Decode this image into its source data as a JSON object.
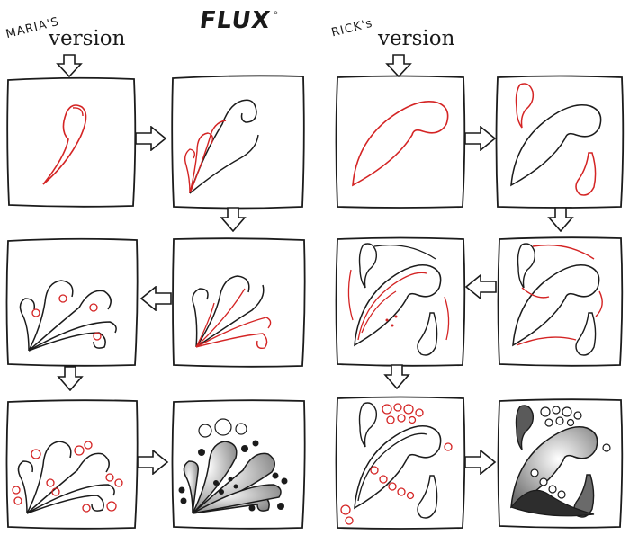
{
  "header": {
    "left_name": "MARIA'S",
    "left_version": "version",
    "title": "FLUX",
    "right_name": "RICK's",
    "right_version": "version"
  },
  "tiles": [
    {
      "name": "maria-step-1",
      "description": "red comma-shaped seed stroke"
    },
    {
      "name": "maria-step-2",
      "description": "three red petals added"
    },
    {
      "name": "maria-step-3",
      "description": "petals outlined, red inner lines"
    },
    {
      "name": "maria-step-4",
      "description": "red circles at petal bases"
    },
    {
      "name": "maria-step-5",
      "description": "red bead circles between petals"
    },
    {
      "name": "maria-step-6",
      "description": "shaded and dotted final flux"
    },
    {
      "name": "rick-step-1",
      "description": "red teardrop leaf"
    },
    {
      "name": "rick-step-2",
      "description": "red drops around leaf"
    },
    {
      "name": "rick-step-3",
      "description": "red outlines on leaf edges"
    },
    {
      "name": "rick-step-4",
      "description": "red inner aura lines"
    },
    {
      "name": "rick-step-5",
      "description": "red circles fill gaps"
    },
    {
      "name": "rick-step-6",
      "description": "shaded final flux"
    }
  ],
  "colors": {
    "ink": "#1b1b1b",
    "red": "#d42424",
    "shade": "#8a8a8a"
  }
}
